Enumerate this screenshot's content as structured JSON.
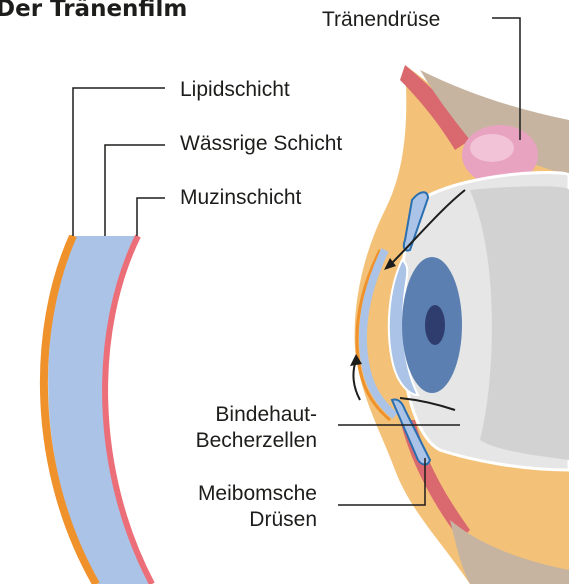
{
  "title": "Der Tränenfilm",
  "labels": {
    "traenendruese": "Tränendrüse",
    "lipidschicht": "Lipidschicht",
    "waessrige_schicht": "Wässrige Schicht",
    "muzinschicht": "Muzinschicht",
    "bindehaut_line1": "Bindehaut-",
    "bindehaut_line2": "Becherzellen",
    "meibom_line1": "Meibomsche",
    "meibom_line2": "Drüsen"
  },
  "colors": {
    "lipid": "#f0922b",
    "aqueous": "#aac3e6",
    "mucin": "#ec6e78",
    "skin": "#f3c278",
    "muscle": "#d9686f",
    "gland": "#e8a3c0",
    "sclera": "#e8e8e8",
    "iris": "#5a7fb0",
    "pupil": "#2e3d6e"
  }
}
